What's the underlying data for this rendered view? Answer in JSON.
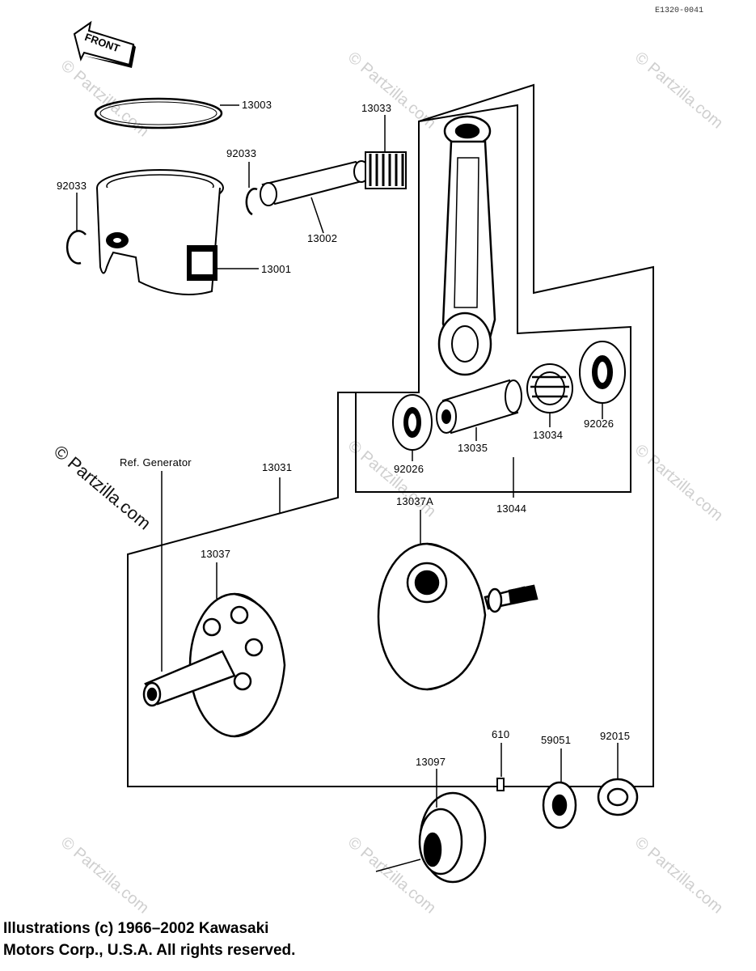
{
  "diagram_code": "E1320-0041",
  "front_label": "FRONT",
  "ref_label": "Ref.  Generator",
  "parts": {
    "p13003": "13003",
    "p13033": "13033",
    "p92033_a": "92033",
    "p92033_b": "92033",
    "p13002": "13002",
    "p13001": "13001",
    "p13035": "13035",
    "p13034": "13034",
    "p92026_a": "92026",
    "p92026_b": "92026",
    "p13031": "13031",
    "p13044": "13044",
    "p13037A": "13037A",
    "p13037": "13037",
    "p610": "610",
    "p59051": "59051",
    "p92015": "92015",
    "p13097": "13097"
  },
  "watermark": "© Partzilla.com",
  "copyright_line1": "Illustrations (c) 1966–2002 Kawasaki",
  "copyright_line2": "Motors Corp., U.S.A.  All rights reserved."
}
